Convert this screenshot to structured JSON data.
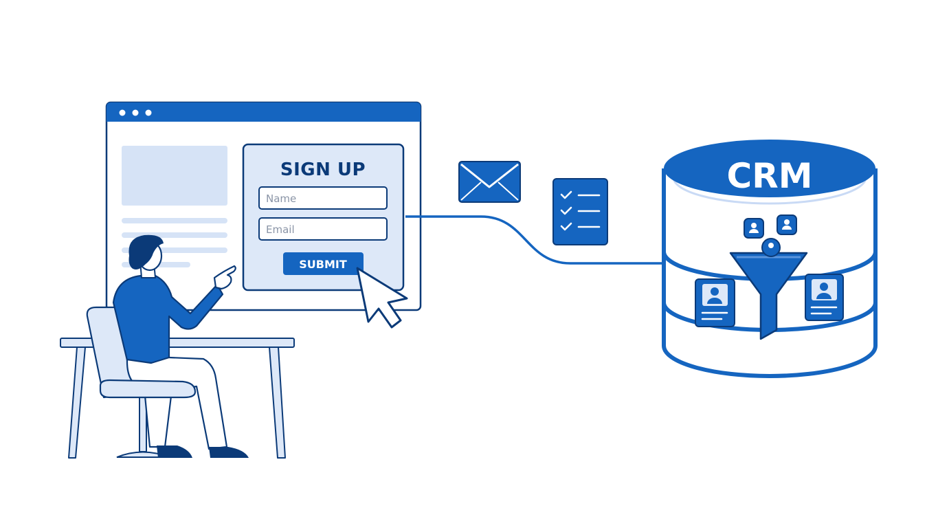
{
  "signup_form": {
    "title": "SIGN UP",
    "name_placeholder": "Name",
    "email_placeholder": "Email",
    "submit_label": "SUBMIT"
  },
  "crm": {
    "label": "CRM"
  },
  "icons": {
    "browser": "browser-window-icon",
    "envelope": "envelope-icon",
    "checklist": "checklist-icon",
    "database": "database-icon",
    "funnel": "funnel-icon",
    "contact": "contact-card-icon",
    "cursor": "cursor-arrow-icon"
  },
  "colors": {
    "primary": "#1565c0",
    "dark": "#0b3a78",
    "light_fill": "#dde8f8",
    "accent_light": "#c9daf5"
  }
}
